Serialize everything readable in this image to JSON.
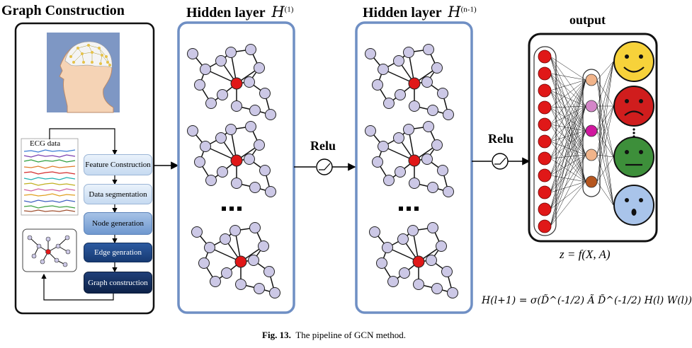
{
  "graph_construction": {
    "title": "Graph Construction",
    "ecg_label": "ECG data",
    "steps": [
      {
        "id": "feature",
        "label": "Feature Construction"
      },
      {
        "id": "segmentation",
        "label": "Data segmentation"
      },
      {
        "id": "node",
        "label": "Node generation"
      },
      {
        "id": "edge",
        "label": "Edge genration"
      },
      {
        "id": "graph",
        "label": "Graph construction"
      }
    ]
  },
  "hidden1": {
    "title": "Hidden layer",
    "symbol": "H",
    "superscript": "(1)"
  },
  "hiddenN": {
    "title": "Hidden layer",
    "symbol": "H",
    "superscript": "(n-1)"
  },
  "relu_label": "Relu",
  "ellipsis": "...",
  "output": {
    "title": "output",
    "formula": "z = f(X, A)"
  },
  "propagation_formula": "H(l+1) = σ(D̃^(-1/2) Ã D̃^(-1/2) H(l) W(l))",
  "caption": {
    "label": "Fig. 13.",
    "text": "The pipeline of GCN method."
  },
  "colors": {
    "frame_blue": "#6f8fc4",
    "node_fill": "#ccc8e6",
    "center_node": "#e01818",
    "input_node": "#e01818"
  }
}
